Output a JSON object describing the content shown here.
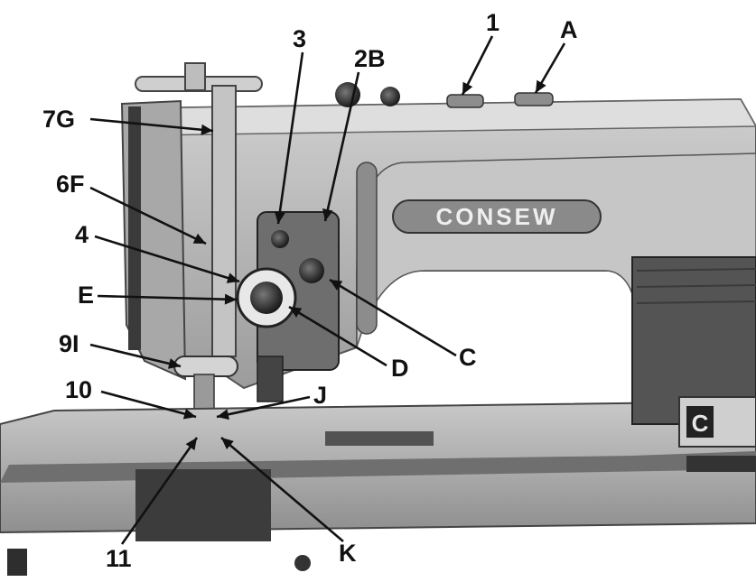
{
  "brand": {
    "nameplate": "CONSEW",
    "logo_letter": "C"
  },
  "callouts": [
    {
      "id": "1",
      "text": "1"
    },
    {
      "id": "A",
      "text": "A"
    },
    {
      "id": "3",
      "text": "3"
    },
    {
      "id": "2B",
      "text": "2B"
    },
    {
      "id": "7G",
      "text": "7G"
    },
    {
      "id": "6F",
      "text": "6F"
    },
    {
      "id": "4",
      "text": "4"
    },
    {
      "id": "E",
      "text": "E"
    },
    {
      "id": "D",
      "text": "D"
    },
    {
      "id": "C",
      "text": "C"
    },
    {
      "id": "9I",
      "text": "9I"
    },
    {
      "id": "10",
      "text": "10"
    },
    {
      "id": "J",
      "text": "J"
    },
    {
      "id": "11",
      "text": "11"
    },
    {
      "id": "K",
      "text": "K"
    }
  ],
  "colors": {
    "machine_body": "#b9b9b9",
    "line_ink": "#111111",
    "background": "#ffffff"
  }
}
